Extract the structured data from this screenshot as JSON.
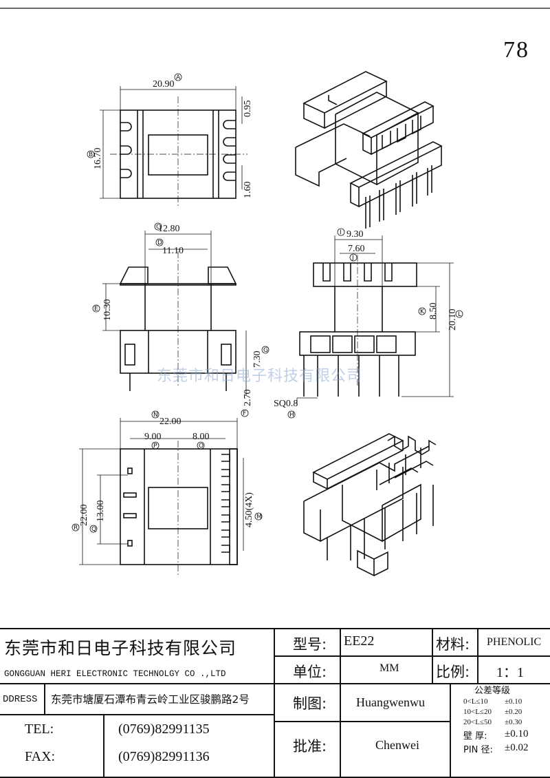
{
  "page_number": "78",
  "watermark": "东莞市和日电子科技有限公司",
  "dimensions": {
    "A": {
      "letter": "A",
      "value": "20.90"
    },
    "B": {
      "letter": "B",
      "value": "16.70"
    },
    "top_right_1": "0.95",
    "top_right_2": "1.60",
    "C": {
      "letter": "C",
      "value": "12.80"
    },
    "D": {
      "letter": "D",
      "value": "11.10"
    },
    "E": {
      "letter": "E",
      "value": "10.30"
    },
    "F": {
      "letter": "F",
      "value": "2.70"
    },
    "G": {
      "letter": "G",
      "value": "7.30"
    },
    "I": {
      "letter": "I",
      "value": "9.30"
    },
    "J": {
      "letter": "J",
      "value": "7.60"
    },
    "K": {
      "letter": "K",
      "value": "8.50"
    },
    "L": {
      "letter": "L",
      "value": "20.10"
    },
    "H": {
      "letter": "H",
      "value": "SQ0.8"
    },
    "N": {
      "letter": "N",
      "value": "22.00"
    },
    "P": {
      "letter": "P",
      "value": "9.00"
    },
    "O": {
      "letter": "O",
      "value": "8.00"
    },
    "R": {
      "letter": "R",
      "value": "22.00"
    },
    "Q": {
      "letter": "Q",
      "value": "13.00"
    },
    "M": {
      "letter": "M",
      "value": "4.50(4X)"
    }
  },
  "title_block": {
    "company_cn": "东莞市和日电子科技有限公司",
    "company_en": "GONGGUAN HERI ELECTRONIC TECHNOLGY CO .,LTD",
    "address_label": "DDRESS",
    "address_value": "东莞市塘厦石潭布青云岭工业区骏鹏路2号",
    "tel_label": "TEL:",
    "tel_value": "(0769)82991135",
    "fax_label": "FAX:",
    "fax_value": "(0769)82991136",
    "model_label": "型号:",
    "model_value": "EE22",
    "material_label": "材料:",
    "material_value": "PHENOLIC",
    "unit_label": "单位:",
    "unit_value": "MM",
    "scale_label": "比例:",
    "scale_value": "1：1",
    "drawn_label": "制图:",
    "drawn_value": "Huangwenwu",
    "approved_label": "批准:",
    "approved_value": "Chenwei",
    "tolerance_title": "公差等级",
    "tol_row1_range": "0<L≤10",
    "tol_row1_val": "±0.10",
    "tol_row2_range": "10<L≤20",
    "tol_row2_val": "±0.20",
    "tol_row3_range": "20<L≤50",
    "tol_row3_val": "±0.30",
    "tol_wall_label": "壁 厚:",
    "tol_wall_val": "±0.10",
    "tol_pin_label": "PIN 径:",
    "tol_pin_val": "±0.02"
  }
}
